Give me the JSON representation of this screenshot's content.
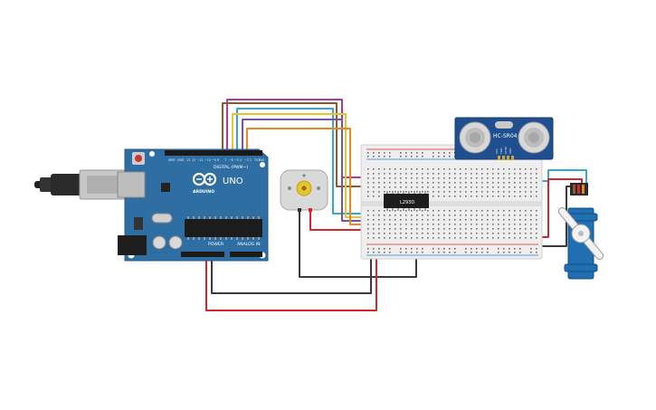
{
  "arduino": {
    "brand": "ARDUINO",
    "model": "UNO",
    "header_digital": "DIGITAL (PWM~)",
    "header_power": "POWER",
    "header_analog": "ANALOG IN",
    "board_color": "#2f6ea3"
  },
  "ultrasonic": {
    "label": "HC-SR04",
    "pins": [
      "VCC",
      "TRIG",
      "ECHO",
      "GND"
    ],
    "board_color": "#1f4f8e"
  },
  "motor_driver": {
    "label": "L293D"
  },
  "dc_motor": {
    "label": ""
  },
  "servo": {
    "color": "#1f6fb2"
  },
  "breadboard": {
    "color": "#eeeeee"
  },
  "wire_colors": {
    "red": "#d8252b",
    "black": "#3a3a3a",
    "magenta": "#b13a9a",
    "blue": "#2d7fc4",
    "yellow": "#e5c72a",
    "purple": "#7a4fb0",
    "orange": "#e48a1c",
    "brown": "#8a5a2b",
    "cyan": "#33a9d0"
  }
}
